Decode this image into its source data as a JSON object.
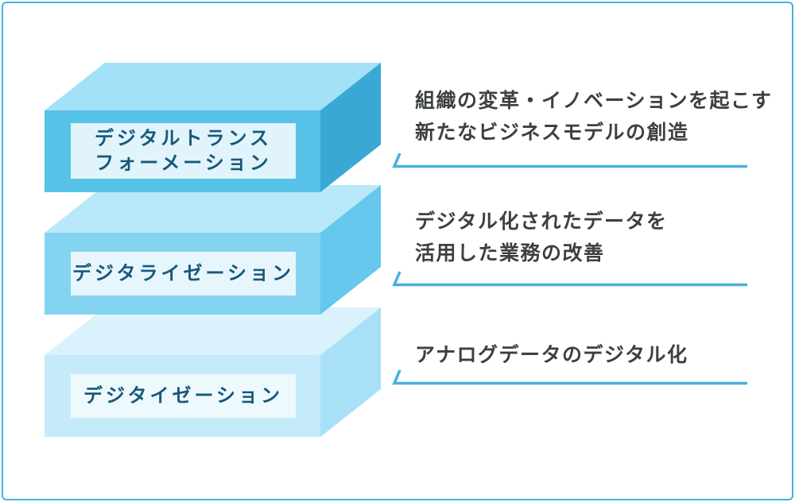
{
  "styles": {
    "accent_blue": "#46b1e1",
    "background": "#ffffff",
    "label_text_color": "#17587a",
    "description_text_color": "#3c4043"
  },
  "layers": [
    {
      "name": "digital-transformation",
      "label": "デジタルトランス\nフォーメーション",
      "description": "組織の変革・イノベーションを起こす\n新たなビジネスモデルの創造",
      "colors": {
        "top_face": "#a2e1f8",
        "front_face": "#57c2e8",
        "side_face": "#3aa8d5",
        "label_bg": "#e1f4fc"
      }
    },
    {
      "name": "digitalization",
      "label": "デジタライゼーション",
      "description": "デジタル化されたデータを\n活用した業務の改善",
      "colors": {
        "top_face": "#b9e8fa",
        "front_face": "#84d3f1",
        "side_face": "#65c8ec",
        "label_bg": "#e7f6fd"
      }
    },
    {
      "name": "digitization",
      "label": "デジタイゼーション",
      "description": "アナログデータのデジタル化",
      "colors": {
        "top_face": "#daf2fc",
        "front_face": "#c5ebfa",
        "side_face": "#a8e1f7",
        "label_bg": "#eef9fe"
      }
    }
  ]
}
